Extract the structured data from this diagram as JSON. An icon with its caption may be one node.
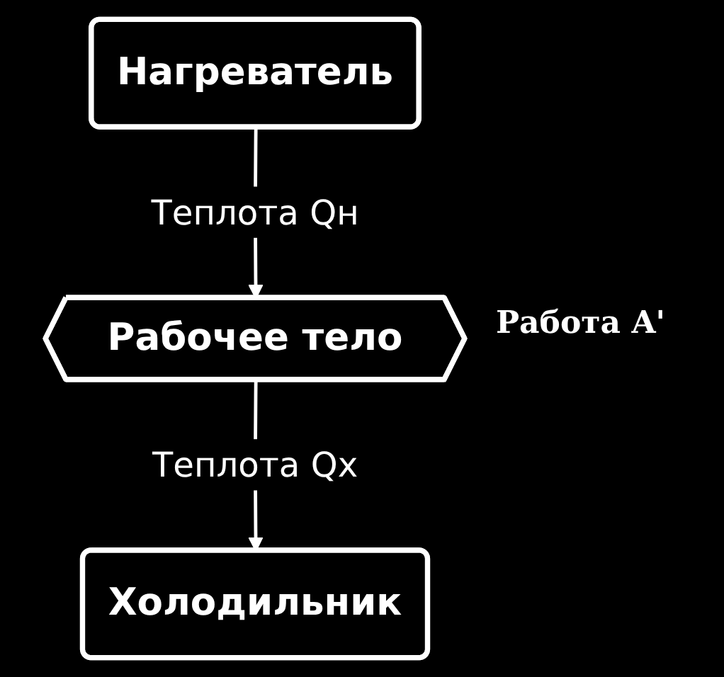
{
  "diagram": {
    "nodes": [
      {
        "text": [
          "Нагреватель"
        ]
      },
      {
        "text": [
          "Рабочее тело"
        ]
      },
      {
        "text": [
          "Холодильник"
        ]
      }
    ],
    "edges": [
      {
        "from": 0,
        "to": 1,
        "arrow": "to",
        "label": "Теплота Qн"
      },
      {
        "from": 1,
        "to": 2,
        "arrow": "to",
        "label": "Теплота Qх"
      }
    ],
    "labels": [
      "Работа A'"
    ]
  }
}
